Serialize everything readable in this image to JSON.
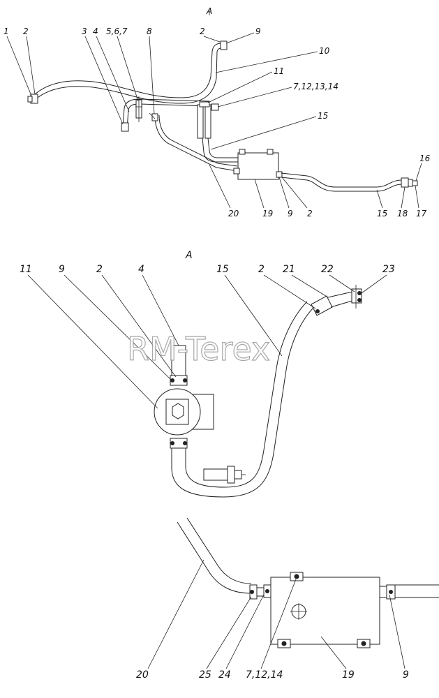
{
  "watermark": "RM-Terex",
  "view_labels": {
    "top_ref": "A",
    "view_a": "A"
  },
  "top_labels": [
    "1",
    "2",
    "3",
    "4",
    "5,6,7",
    "8",
    "2",
    "9",
    "10",
    "11",
    "7,12,13,14",
    "15",
    "16",
    "17",
    "18",
    "15",
    "2",
    "9",
    "19",
    "20"
  ],
  "view_a_labels": [
    "11",
    "9",
    "2",
    "4",
    "15",
    "2",
    "21",
    "22",
    "23"
  ],
  "bottom_labels": [
    "20",
    "25",
    "24",
    "7,12,14",
    "19",
    "9"
  ]
}
